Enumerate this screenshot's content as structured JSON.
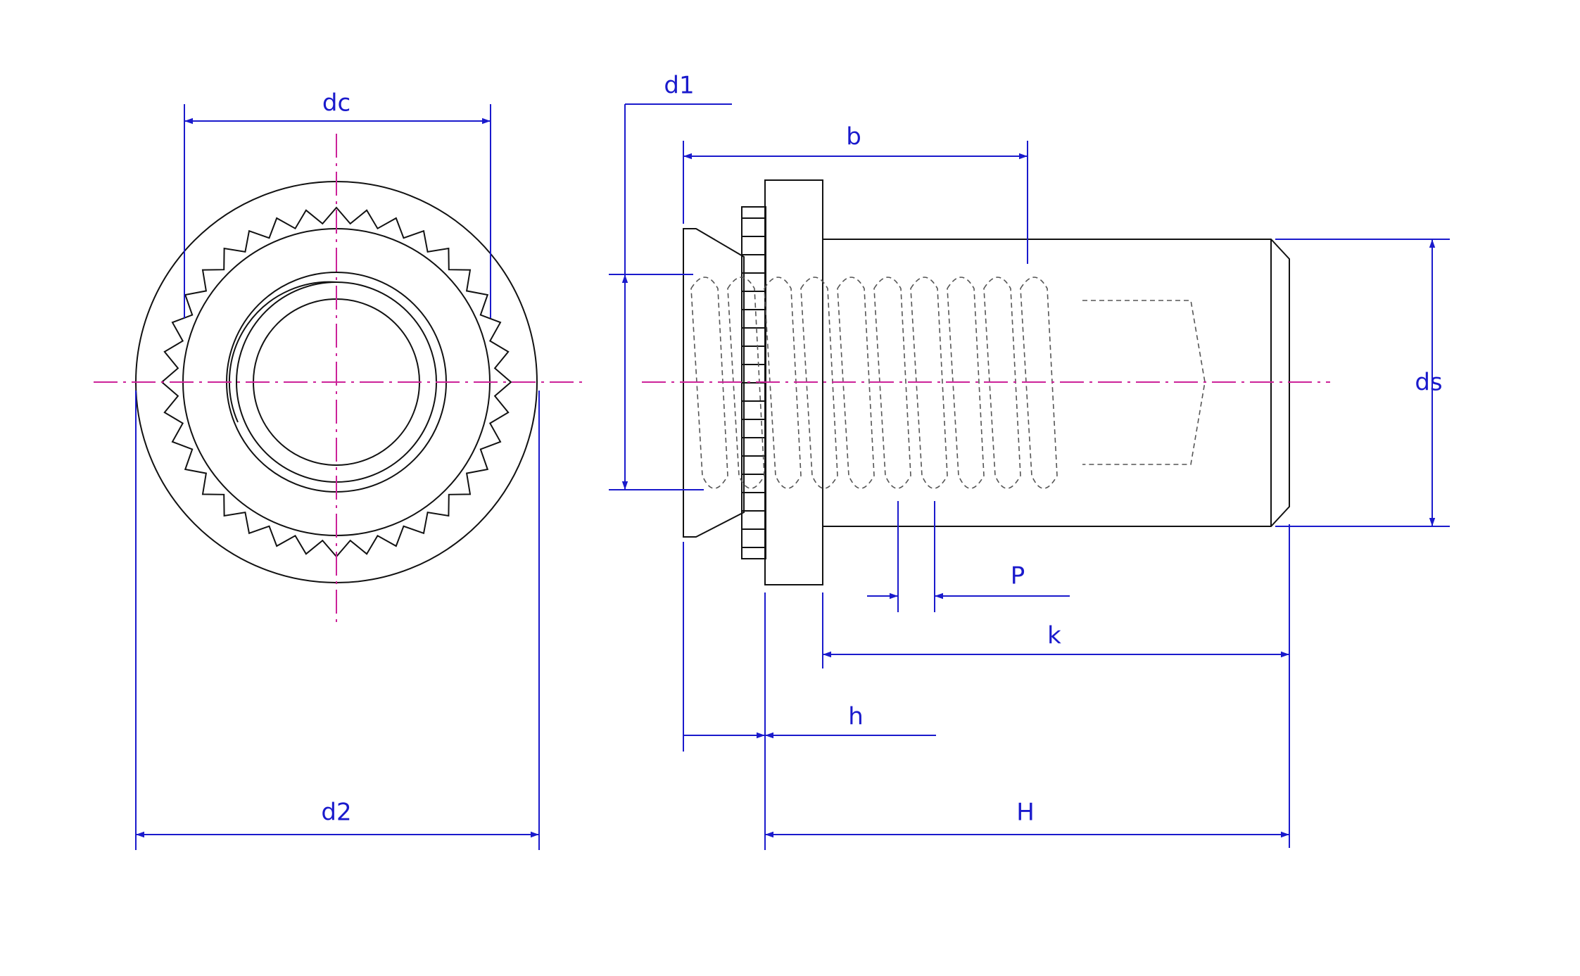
{
  "colors": {
    "outline": "#111111",
    "hidden": "#555555",
    "dimension": "#1a1acc",
    "centerline": "#cc2299",
    "background": "#ffffff"
  },
  "labels": {
    "dc": "dc",
    "d2": "d2",
    "d1": "d1",
    "b": "b",
    "ds": "ds",
    "P": "P",
    "k": "k",
    "h": "h",
    "H": "H"
  },
  "end_view": {
    "serration_teeth": 36
  },
  "side_view": {
    "thread_turns": 10
  }
}
